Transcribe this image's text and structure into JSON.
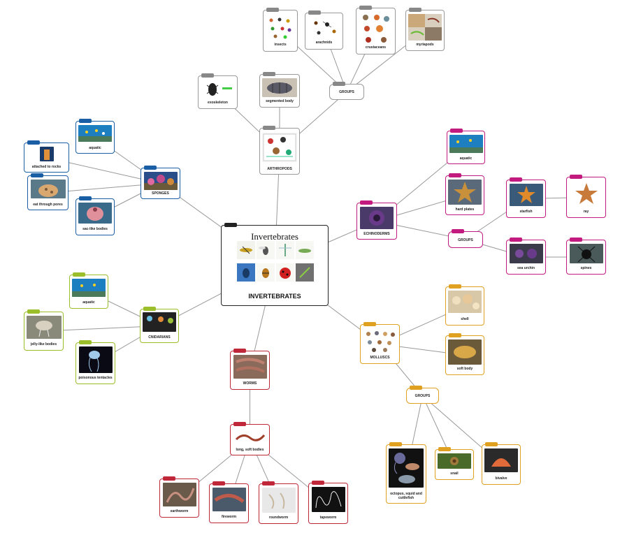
{
  "colors": {
    "link": "#999999",
    "root": "#222222",
    "arthropods": "#888888",
    "sponges": "#1a5fa6",
    "echinoderms": "#c21a7e",
    "cnidarians": "#9bbf2b",
    "molluscs": "#e0a020",
    "worms": "#c0283a"
  },
  "root": {
    "title": "Invertebrates",
    "label": "INVERTEBRATES"
  },
  "nodes": {
    "arthropods": {
      "label": "ARTHROPODS",
      "icon": "arthropods-icon"
    },
    "exoskeleton": {
      "label": "exoskeleton",
      "icon": "beetle-icon"
    },
    "segmented": {
      "label": "segmented body",
      "icon": "woodlouse-icon"
    },
    "arth_groups": {
      "label": "GROUPS"
    },
    "insects": {
      "label": "insects",
      "icon": "insects-icon"
    },
    "arachnids": {
      "label": "arachnids",
      "icon": "spider-icon"
    },
    "crustaceans": {
      "label": "crustaceans",
      "icon": "crab-icon"
    },
    "myriapods": {
      "label": "myriapods",
      "icon": "millipede-icon"
    },
    "sponges": {
      "label": "SPONGES",
      "icon": "sponge-icon"
    },
    "sp_aquatic": {
      "label": "aquatic",
      "icon": "reef-icon"
    },
    "sp_attached": {
      "label": "attached to rocks",
      "icon": "sponge-icon"
    },
    "sp_pores": {
      "label": "eat through pores",
      "icon": "sponge-icon"
    },
    "sp_sac": {
      "label": "sac-like bodies",
      "icon": "sponge-icon"
    },
    "echinoderms": {
      "label": "ECHINODERMS",
      "icon": "urchin-icon"
    },
    "ec_aquatic": {
      "label": "aquatic",
      "icon": "reef-icon"
    },
    "ec_plates": {
      "label": "hard plates",
      "icon": "starfish-icon"
    },
    "ec_groups": {
      "label": "GROUPS"
    },
    "starfish": {
      "label": "starfish",
      "icon": "starfish-icon"
    },
    "ray": {
      "label": "ray",
      "icon": "starfish-icon"
    },
    "urchin": {
      "label": "sea urchin",
      "icon": "urchin-icon"
    },
    "spines": {
      "label": "spines",
      "icon": "urchin-icon"
    },
    "cnidarians": {
      "label": "CNIDARIANS",
      "icon": "jellyfish-icon"
    },
    "cn_aquatic": {
      "label": "aquatic",
      "icon": "reef-icon"
    },
    "cn_jelly": {
      "label": "jelly-like bodies",
      "icon": "jellyfish-icon"
    },
    "cn_tentacles": {
      "label": "poisonous tentacles",
      "icon": "jellyfish-icon"
    },
    "molluscs": {
      "label": "MOLLUSCS",
      "icon": "shells-icon"
    },
    "shell": {
      "label": "shell",
      "icon": "shell-icon"
    },
    "softbody": {
      "label": "soft body",
      "icon": "slug-icon"
    },
    "mo_groups": {
      "label": "GROUPS"
    },
    "octopus": {
      "label": "octopus, squid and cuttlefish",
      "icon": "octopus-icon"
    },
    "snail": {
      "label": "snail",
      "icon": "snail-icon"
    },
    "bivalve": {
      "label": "bivalve",
      "icon": "clam-icon"
    },
    "worms": {
      "label": "WORMS",
      "icon": "worms-icon"
    },
    "longsoft": {
      "label": "long, soft bodies",
      "icon": "worm-icon"
    },
    "earthworm": {
      "label": "earthworm",
      "icon": "worm-icon"
    },
    "fireworm": {
      "label": "fireworm",
      "icon": "worm-icon"
    },
    "roundworm": {
      "label": "roundworm",
      "icon": "worm-icon"
    },
    "tapeworm": {
      "label": "tapeworm",
      "icon": "worm-icon"
    }
  }
}
